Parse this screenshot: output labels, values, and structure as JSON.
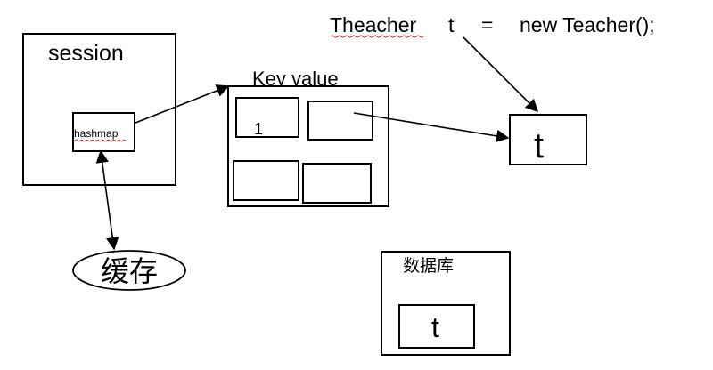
{
  "code_line": {
    "t1": "Theacher",
    "t2": "t",
    "t3": "=",
    "t4": "new Teacher();"
  },
  "session": {
    "label": "session"
  },
  "hashmap": {
    "label": "hashmap"
  },
  "keyvalue": {
    "label": "Key  value",
    "cell_1": "1"
  },
  "teacher_obj": {
    "label": "t"
  },
  "cache": {
    "label": "缓存"
  },
  "database": {
    "label": "数据库",
    "object_label": "t"
  }
}
